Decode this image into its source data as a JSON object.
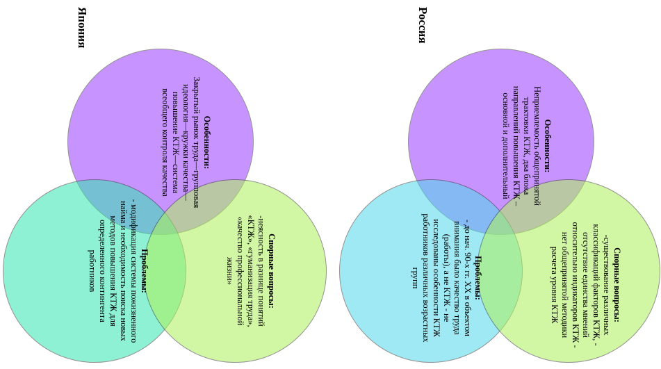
{
  "japan": {
    "title": "Япония",
    "features": {
      "heading": "Особенности:",
      "text": "Закрытый рынок труда—групповая идеология—кружки качества—повышение КТЖ—система всеобщего контроля качества"
    },
    "problems": {
      "heading": "Проблемы:",
      "text": "- модификация системы пожизненного найма и необходимость поиска новых методов повышения КТЖ для определенного контингента работников"
    },
    "issues": {
      "heading": "Спорные вопросы:",
      "text": "-неясность в разнице понятий «КТЖ», «гуманизация труда», «качество профессиональной жизни»"
    }
  },
  "russia": {
    "title": "Россия",
    "features": {
      "heading": "Особенности:",
      "text": "Неприемлемость общепринятой трактовки КТЖ, два блока направлений повышения КТЖ – основной и дополнительный"
    },
    "problems": {
      "heading": "Проблемы:",
      "text": "- до нач. 90-х гг. ХХ в объектом внимания было качество труда (работы), а не КТЖ - не исследованы особенности КТЖ работников различных возрастных групп"
    },
    "issues": {
      "heading": "Спорные вопросы:",
      "text": "-существование различных классификаций факторов КТЖ, - отсутствие единства мнений относительно индикаторов КТЖ - нет общепринятой методики расчета уровня КТЖ"
    }
  },
  "colors": {
    "purple": "#9b3dff",
    "teal": "#33e6b0",
    "lime": "#aef25a",
    "cyan": "#4fd8ec"
  }
}
